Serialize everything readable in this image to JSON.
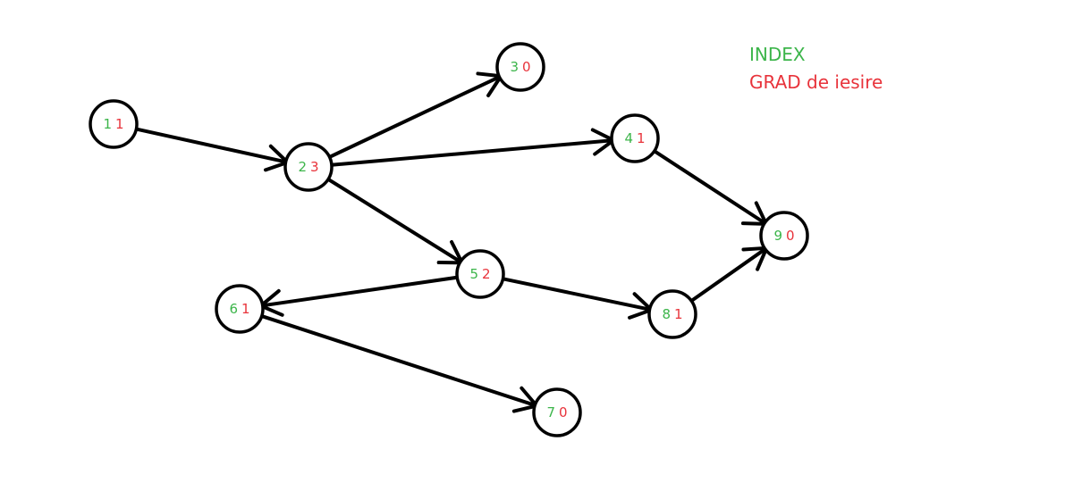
{
  "colors": {
    "index": "#3cb54a",
    "grade": "#e8333b",
    "stroke": "#000000"
  },
  "legend": {
    "index_label": "INDEX",
    "grade_label": "GRAD de iesire"
  },
  "nodes": [
    {
      "id": "1",
      "index": "1",
      "grade": "1"
    },
    {
      "id": "2",
      "index": "2",
      "grade": "3"
    },
    {
      "id": "3",
      "index": "3",
      "grade": "0"
    },
    {
      "id": "4",
      "index": "4",
      "grade": "1"
    },
    {
      "id": "5",
      "index": "5",
      "grade": "2"
    },
    {
      "id": "6",
      "index": "6",
      "grade": "1"
    },
    {
      "id": "7",
      "index": "7",
      "grade": "0"
    },
    {
      "id": "8",
      "index": "8",
      "grade": "1"
    },
    {
      "id": "9",
      "index": "9",
      "grade": "0"
    }
  ],
  "edges": [
    {
      "from": "1",
      "to": "2"
    },
    {
      "from": "2",
      "to": "3"
    },
    {
      "from": "2",
      "to": "4"
    },
    {
      "from": "2",
      "to": "5"
    },
    {
      "from": "4",
      "to": "9"
    },
    {
      "from": "5",
      "to": "6"
    },
    {
      "from": "5",
      "to": "8"
    },
    {
      "from": "6",
      "to": "7"
    },
    {
      "from": "8",
      "to": "9"
    }
  ]
}
